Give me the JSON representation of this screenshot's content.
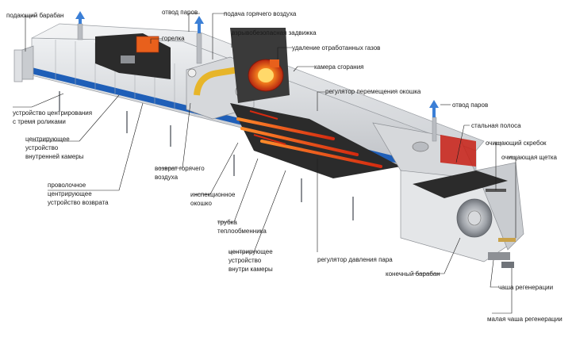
{
  "labels": {
    "feed_drum": "подающий барабан",
    "steam_outlet_top": "отвод паров",
    "burner": "горелка",
    "hot_air_supply": "подача горячего воздуха",
    "explosion_damper": "взрывобезопасная задвижка",
    "exhaust_removal": "удаление отработанных газов",
    "combustion_chamber": "камера сгорания",
    "window_motion_regulator": "регулятор перемещения окошка",
    "steam_outlet_right": "отвод паров",
    "steel_belt": "стальная полоса",
    "scraper": "очищающий скребок",
    "brush": "очищающая щетка",
    "centering_three_rollers": "устройство центрирования\nс тремя роликами",
    "inner_chamber_centering": "центрирующее\nустройство\nвнутренней камеры",
    "wire_return_centering": "проволочное\nцентрирующее\nустройство возврата",
    "hot_air_return": "возврат горячего\nвоздуха",
    "inspection_window": "инспекционное\nокошко",
    "heat_exchanger_tube": "трубка\nтеплообменника",
    "inside_chamber_centering": "центрирующее\nустройство\nвнутри камеры",
    "steam_pressure_regulator": "регулятор давления пара",
    "end_drum": "конечный барабан",
    "regen_bowl": "чаша регенерации",
    "small_regen_bowl": "малая чаша регенерации"
  },
  "colors": {
    "machine_body": "#d8dadd",
    "machine_dark": "#8d9095",
    "blue_stripe": "#1f5fb8",
    "heater_orange": "#e8601c",
    "heater_red": "#c81e14",
    "steam_arrow": "#3b7fd6",
    "duct_yellow": "#e7b52a",
    "belt_dark": "#2b2b2b"
  }
}
